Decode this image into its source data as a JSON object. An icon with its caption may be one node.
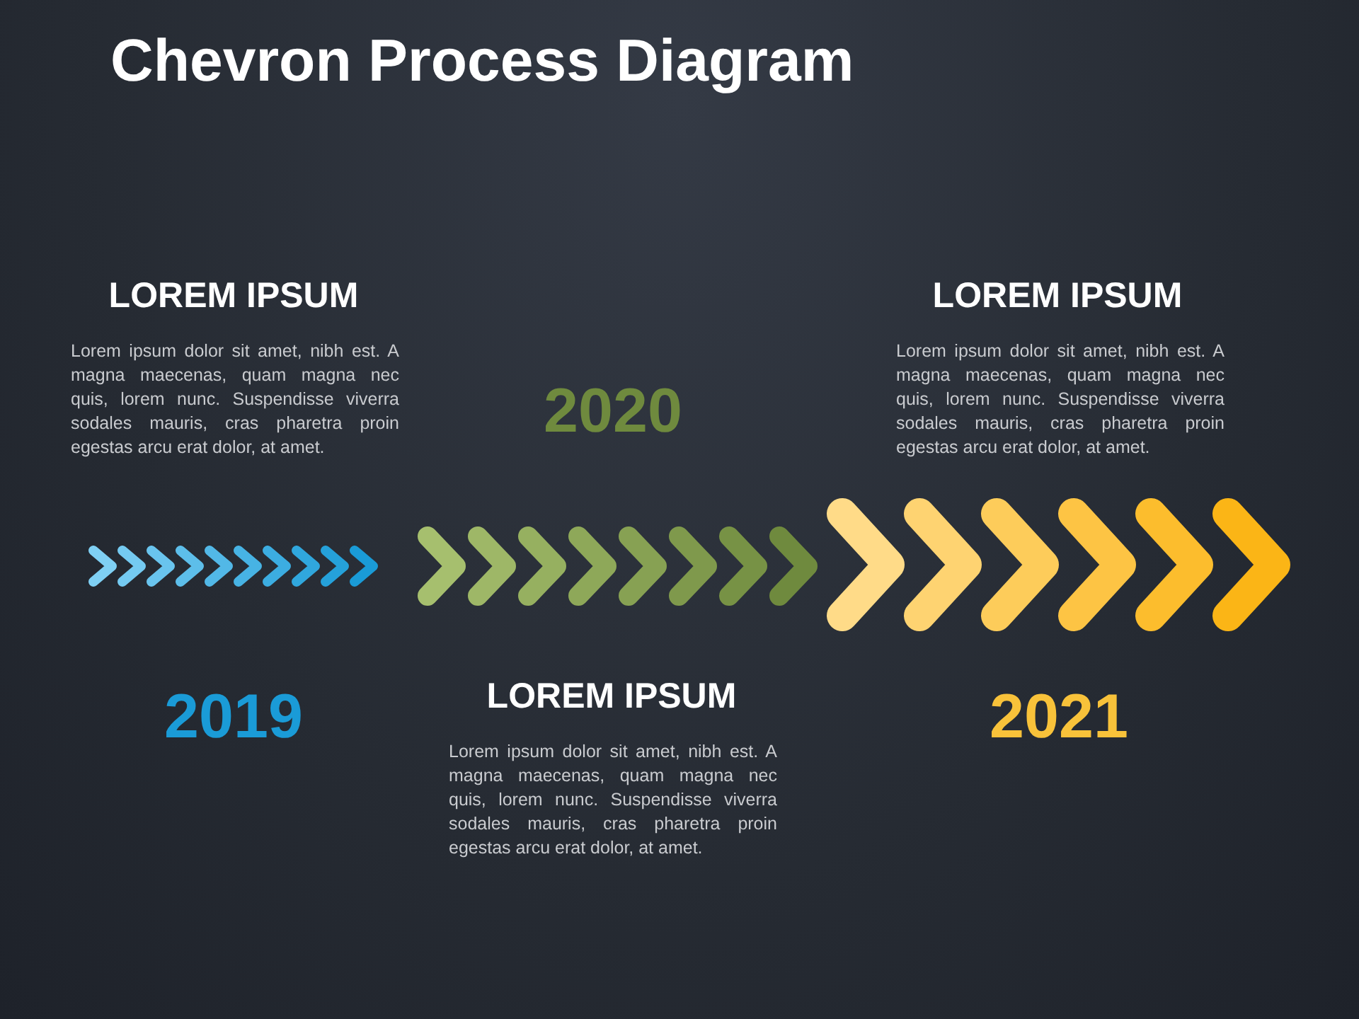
{
  "diagram": {
    "title": "Chevron Process Diagram",
    "labels": [
      "LOREM IPSUM",
      "Lorem ipsum dolor sit amet, nibh est. A magna maecenas, quam magna nec quis, lorem nunc. Suspendisse viverra sodales mauris, cras pharetra proin egestas arcu erat dolor, at amet.",
      "LOREM IPSUM",
      "Lorem ipsum dolor sit amet, nibh est. A magna maecenas, quam magna nec quis, lorem nunc. Suspendisse viverra sodales mauris, cras pharetra proin egestas arcu erat dolor, at amet.",
      "2020",
      "2019",
      "LOREM IPSUM",
      "Lorem ipsum dolor sit amet, nibh est. A magna maecenas, quam magna nec quis, lorem nunc. Suspendisse viverra sodales mauris, cras pharetra proin egestas arcu erat dolor, at amet.",
      "2021"
    ]
  }
}
